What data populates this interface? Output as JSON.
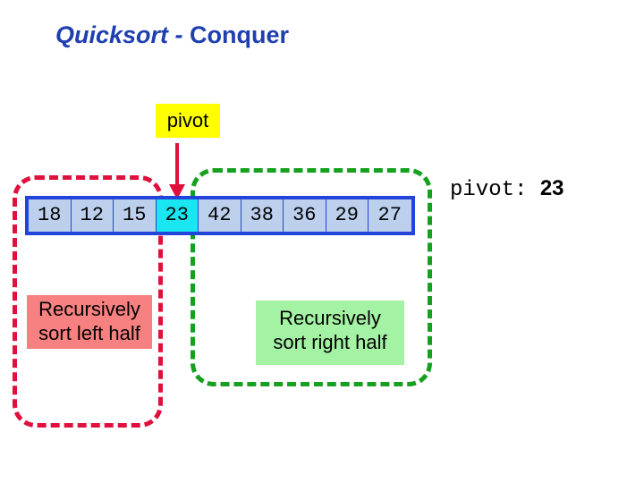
{
  "title": {
    "italic": "Quicksort - ",
    "plain": "Conquer"
  },
  "pivot_label": "pivot",
  "array": [
    "18",
    "12",
    "15",
    "23",
    "42",
    "38",
    "36",
    "29",
    "27"
  ],
  "pivot_index": 3,
  "left_note": {
    "line1": "Recursively",
    "line2": "sort left half"
  },
  "right_note": {
    "line1": "Recursively",
    "line2": "sort right half"
  },
  "readout": {
    "label": "pivot: ",
    "value": "23"
  },
  "colors": {
    "title": "#1f3fb0",
    "array_border": "#2244d8",
    "cell": "#bcd0ee",
    "pivot_cell": "#19e6f0",
    "left_region": "#e0103c",
    "right_region": "#16a020",
    "left_note_bg": "#f78080",
    "right_note_bg": "#a4f2a4",
    "pivot_label_bg": "#ffff00"
  }
}
